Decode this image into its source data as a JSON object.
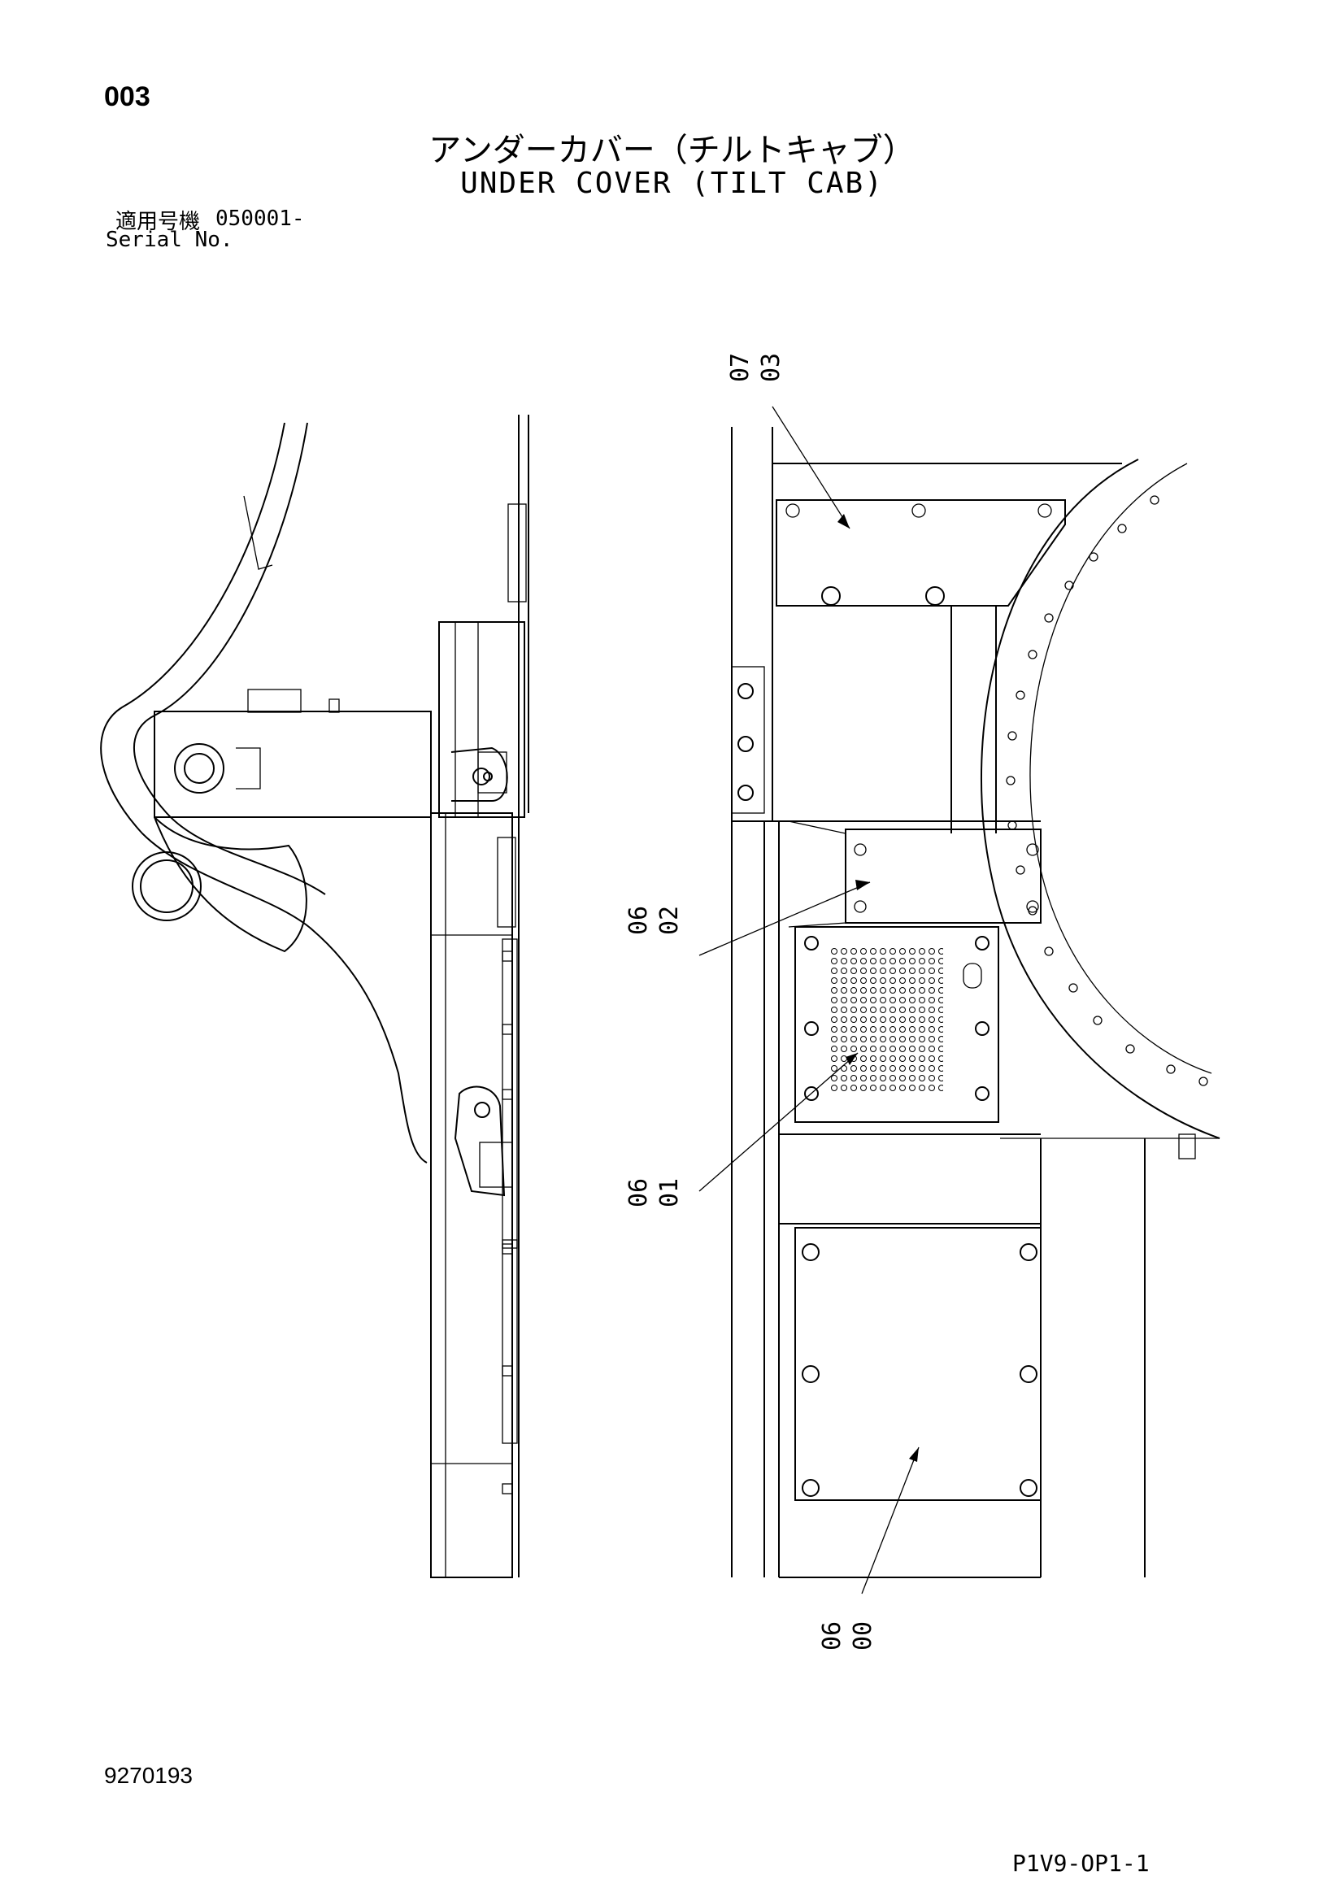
{
  "header": {
    "page_number": "003",
    "title_jp": "アンダーカバー（チルトキャブ）",
    "title_en": "UNDER COVER (TILT CAB)",
    "serial_label_jp": "適用号機",
    "serial_value": "050001-",
    "serial_label_en": "Serial No."
  },
  "callouts": [
    {
      "id": "07-03",
      "line1": "07",
      "line2": "03"
    },
    {
      "id": "06-02",
      "line1": "06",
      "line2": "02"
    },
    {
      "id": "06-01",
      "line1": "06",
      "line2": "01"
    },
    {
      "id": "06-00",
      "line1": "06",
      "line2": "00"
    }
  ],
  "footer": {
    "doc_number": "9270193",
    "page_code": "P1V9-OP1-1"
  },
  "colors": {
    "line": "#000000",
    "background": "#ffffff"
  }
}
